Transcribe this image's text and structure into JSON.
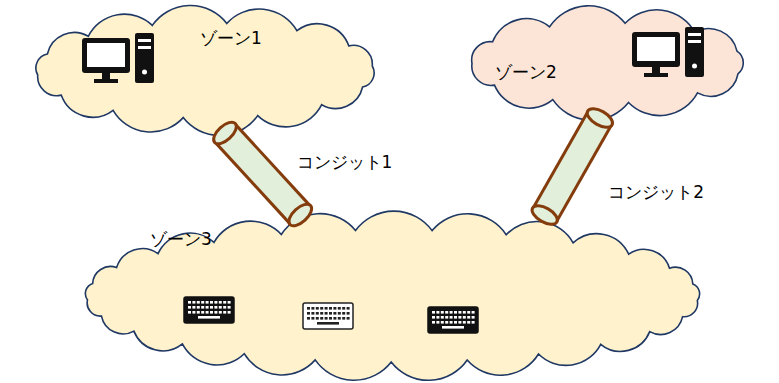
{
  "diagram": {
    "nodes": [
      {
        "text": [
          "ゾーン1"
        ]
      },
      {
        "text": [
          "ゾーン2"
        ]
      },
      {
        "text": [
          "ゾーン3"
        ]
      }
    ],
    "edges": [
      {
        "from": 0,
        "to": 2,
        "arrow": "none",
        "label": "コンジット1"
      },
      {
        "from": 1,
        "to": 2,
        "arrow": "none",
        "label": "コンジット2"
      }
    ]
  }
}
